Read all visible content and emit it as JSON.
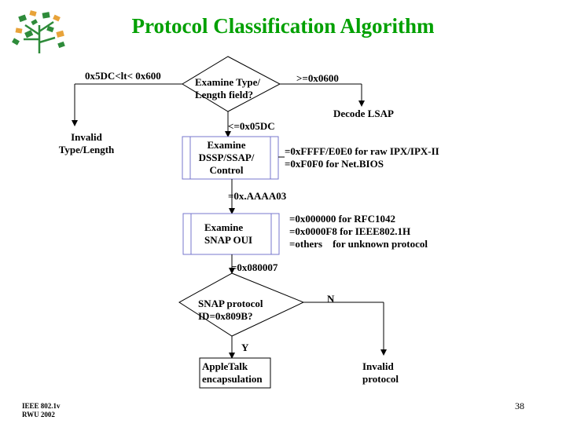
{
  "title": "Protocol Classification Algorithm",
  "nodes": {
    "examine_type": "Examine Type/\nLength field?",
    "decode_lsap": "Decode LSAP",
    "invalid_type": "Invalid\nType/Length",
    "examine_dssp": "Examine\nDSSP/SSAP/\nControl",
    "examine_snap": "Examine\nSNAP OUI",
    "snap_protocol": "SNAP protocol\nID=0x809B?",
    "appletalk": "AppleTalk\nencapsulation",
    "invalid_protocol": "Invalid\nprotocol"
  },
  "edge_labels": {
    "lt_5dc": "0x5DC<lt< 0x600",
    "ge_600": ">=0x0600",
    "le_05dc": "<=0x05DC",
    "raw_ipx": "=0xFFFF/E0E0 for raw IPX/IPX-II\n=0xF0F0 for Net.BIOS",
    "aaaa03": "=0x.AAAA03",
    "oui_values": "=0x000000 for RFC1042\n=0x0000F8 for IEEE802.1H\n=others    for unknown protocol",
    "x080007": "=0x080007",
    "no": "N",
    "yes": "Y"
  },
  "footer": {
    "left": "IEEE 802.1v\nRWU 2002",
    "page": "38"
  },
  "colors": {
    "title": "#00a000",
    "box_border": "#7777cc",
    "logo_green": "#2e8b3a",
    "logo_orange": "#e8a33a"
  }
}
